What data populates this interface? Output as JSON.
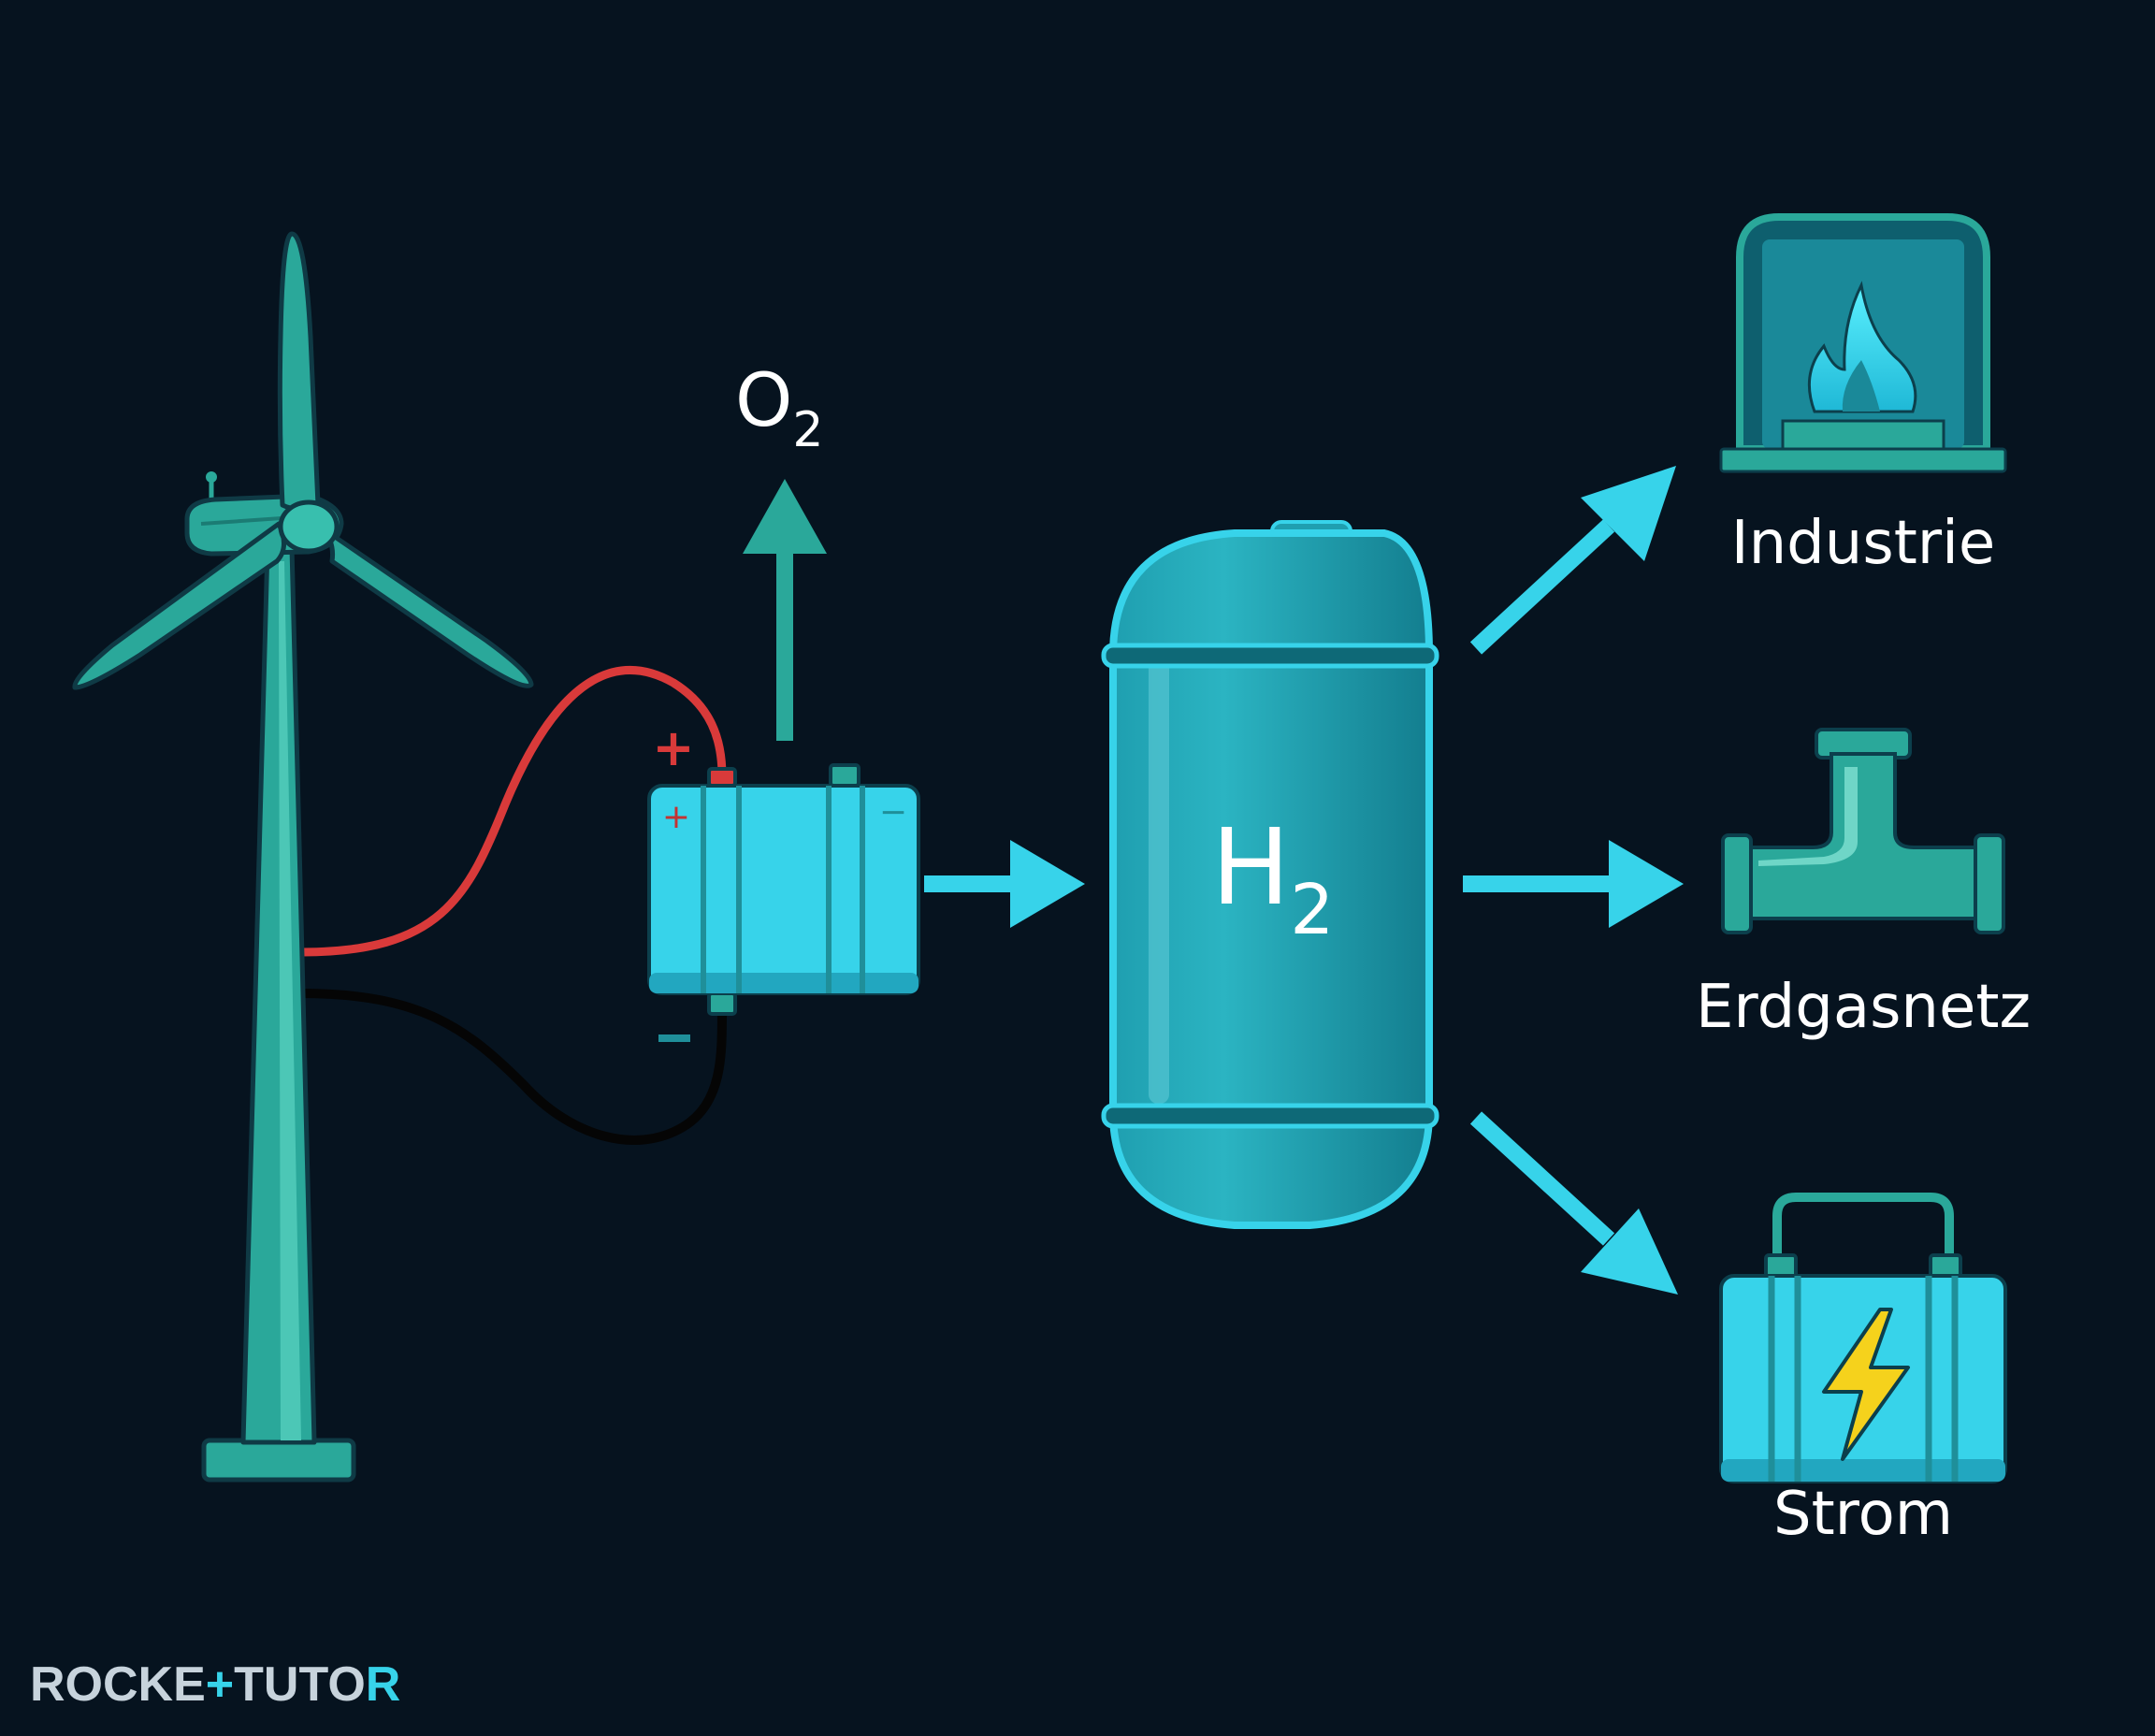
{
  "labels": {
    "oxygen": "O",
    "oxygen_sub": "2",
    "hydrogen": "H",
    "hydrogen_sub": "2",
    "industry": "Industrie",
    "gas_grid": "Erdgasnetz",
    "power": "Strom",
    "plus": "+",
    "minus": "−"
  },
  "brand": {
    "part1": "ROCKE",
    "mark": "+",
    "part2": "TUTO",
    "part3": "R"
  },
  "colors": {
    "background": "#06131f",
    "turbine": "#2aa89a",
    "cyan": "#37d3ea",
    "red_wire": "#d93a3a",
    "black_wire": "#050505",
    "bolt": "#f5d21c",
    "text": "#ffffff"
  },
  "icons": {
    "turbine": "wind-turbine-icon",
    "electrolyzer": "electrolyzer-icon",
    "tank": "hydrogen-tank-icon",
    "industry": "flame-furnace-icon",
    "gas_grid": "pipe-tee-icon",
    "power": "battery-bolt-icon"
  }
}
